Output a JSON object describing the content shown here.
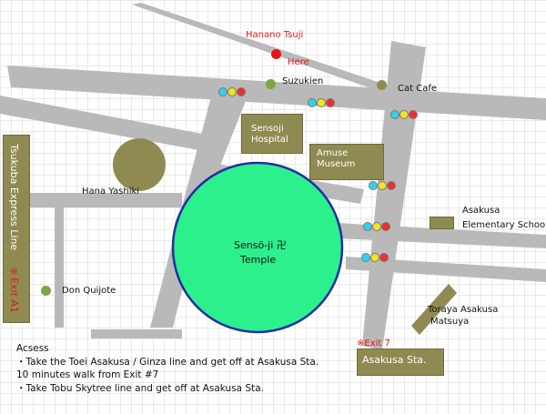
{
  "places": {
    "hanano_tsuji": "Hanano Tsuji",
    "here": "Here",
    "suzukien": "Suzukien",
    "cat_cafe": "Cat Cafe",
    "sensoji_hospital": "Sensoji Hospital",
    "amuse_museum": "Amuse Museum",
    "hana_yashiki": "Hana Yashiki",
    "asakusa_elementary_line1": "Asakusa",
    "asakusa_elementary_line2": "Elementary School.",
    "temple_line1": "Sensō-ji  卍",
    "temple_line2": "Temple",
    "don_quijote": "Don Quijote",
    "toraya_line1": "Toraya Asakusa",
    "toraya_line2": "Matsuya",
    "exit7": "※Exit 7",
    "asakusa_sta": "Asakusa Sta.",
    "tsukuba_line": "Tsukuba  Express  Line",
    "exit_a1": "※Exit A1"
  },
  "access": {
    "heading": "Acsess",
    "line1": "・Take the Toei Asakusa / Ginza line and get off at Asakusa Sta.",
    "line2": "10 minutes walk from Exit #7",
    "line3": "・Take Tobu Skytree line and get off at Asakusa Sta."
  },
  "colors": {
    "road": "#b9b9b9",
    "grid": "#d4d4d4",
    "building": "#8f8a52",
    "temple_fill": "#2cf08c",
    "temple_border": "#1f2fa8",
    "here_marker": "#e21818",
    "poi_dot": "#7da640"
  }
}
